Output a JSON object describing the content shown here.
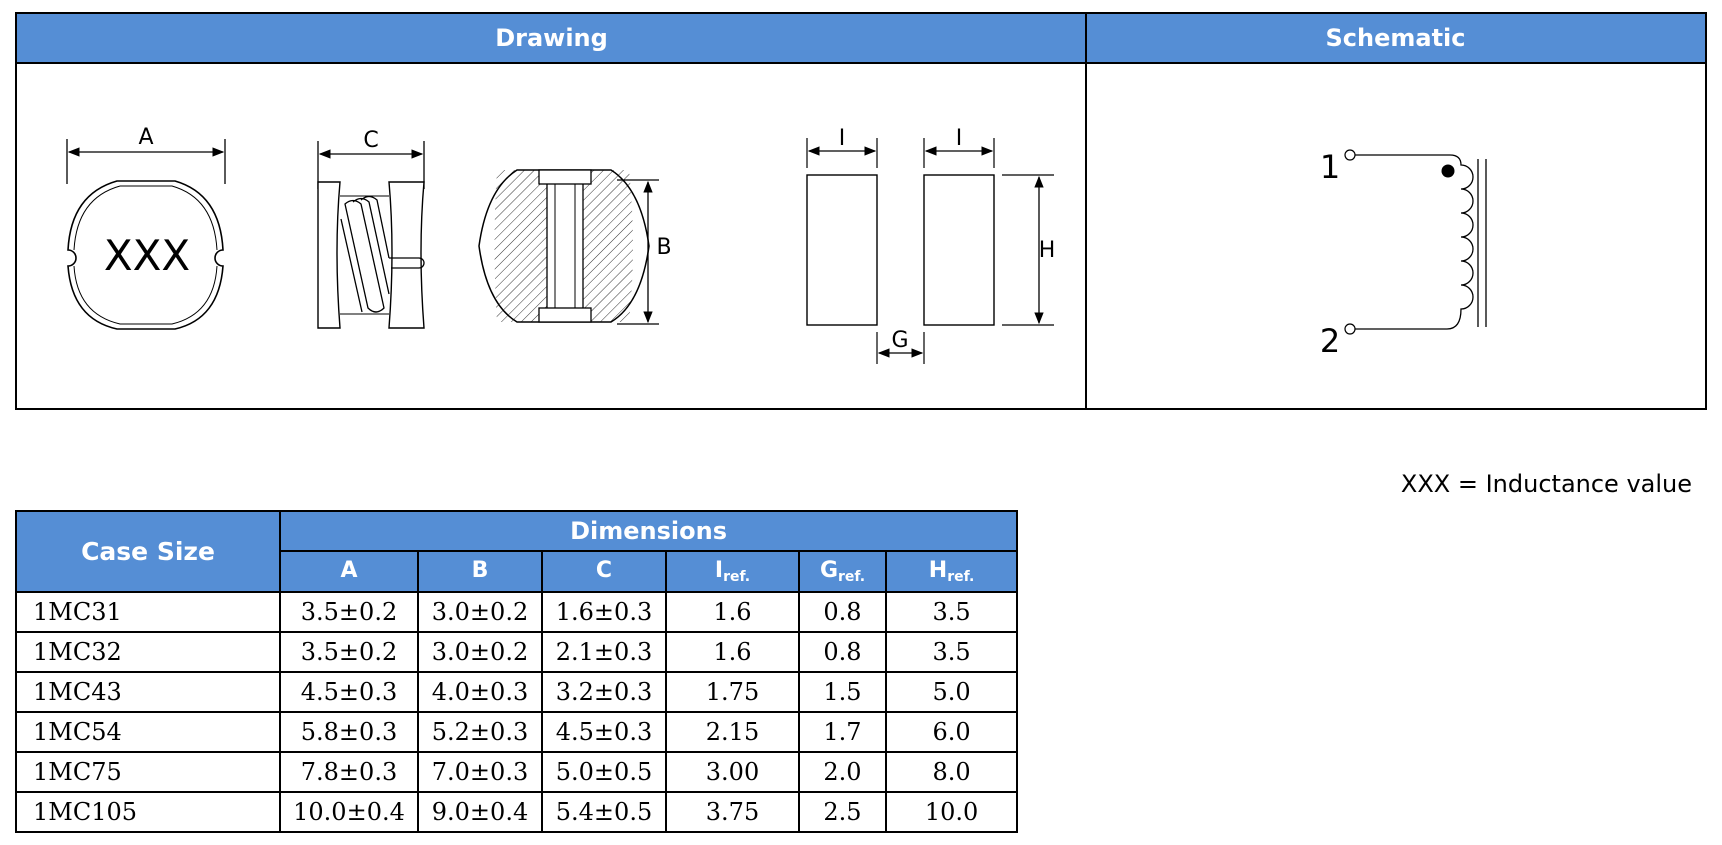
{
  "headers": {
    "drawing": "Drawing",
    "schematic": "Schematic"
  },
  "drawing_labels": {
    "marking": "XXX",
    "a": "A",
    "b": "B",
    "c": "C",
    "g": "G",
    "h": "H",
    "i_left": "I",
    "i_right": "I"
  },
  "schematic": {
    "pin1": "1",
    "pin2": "2"
  },
  "legend": "XXX = Inductance value",
  "table": {
    "case_size_header": "Case Size",
    "dimensions_header": "Dimensions",
    "columns": [
      {
        "main": "A",
        "sub": ""
      },
      {
        "main": "B",
        "sub": ""
      },
      {
        "main": "C",
        "sub": ""
      },
      {
        "main": "I",
        "sub": "ref."
      },
      {
        "main": "G",
        "sub": "ref."
      },
      {
        "main": "H",
        "sub": "ref."
      }
    ],
    "rows": [
      {
        "case": "1MC31",
        "values": [
          "3.5±0.2",
          "3.0±0.2",
          "1.6±0.3",
          "1.6",
          "0.8",
          "3.5"
        ]
      },
      {
        "case": "1MC32",
        "values": [
          "3.5±0.2",
          "3.0±0.2",
          "2.1±0.3",
          "1.6",
          "0.8",
          "3.5"
        ]
      },
      {
        "case": "1MC43",
        "values": [
          "4.5±0.3",
          "4.0±0.3",
          "3.2±0.3",
          "1.75",
          "1.5",
          "5.0"
        ]
      },
      {
        "case": "1MC54",
        "values": [
          "5.8±0.3",
          "5.2±0.3",
          "4.5±0.3",
          "2.15",
          "1.7",
          "6.0"
        ]
      },
      {
        "case": "1MC75",
        "values": [
          "7.8±0.3",
          "7.0±0.3",
          "5.0±0.5",
          "3.00",
          "2.0",
          "8.0"
        ]
      },
      {
        "case": "1MC105",
        "values": [
          "10.0±0.4",
          "9.0±0.4",
          "5.4±0.5",
          "3.75",
          "2.5",
          "10.0"
        ]
      }
    ]
  }
}
